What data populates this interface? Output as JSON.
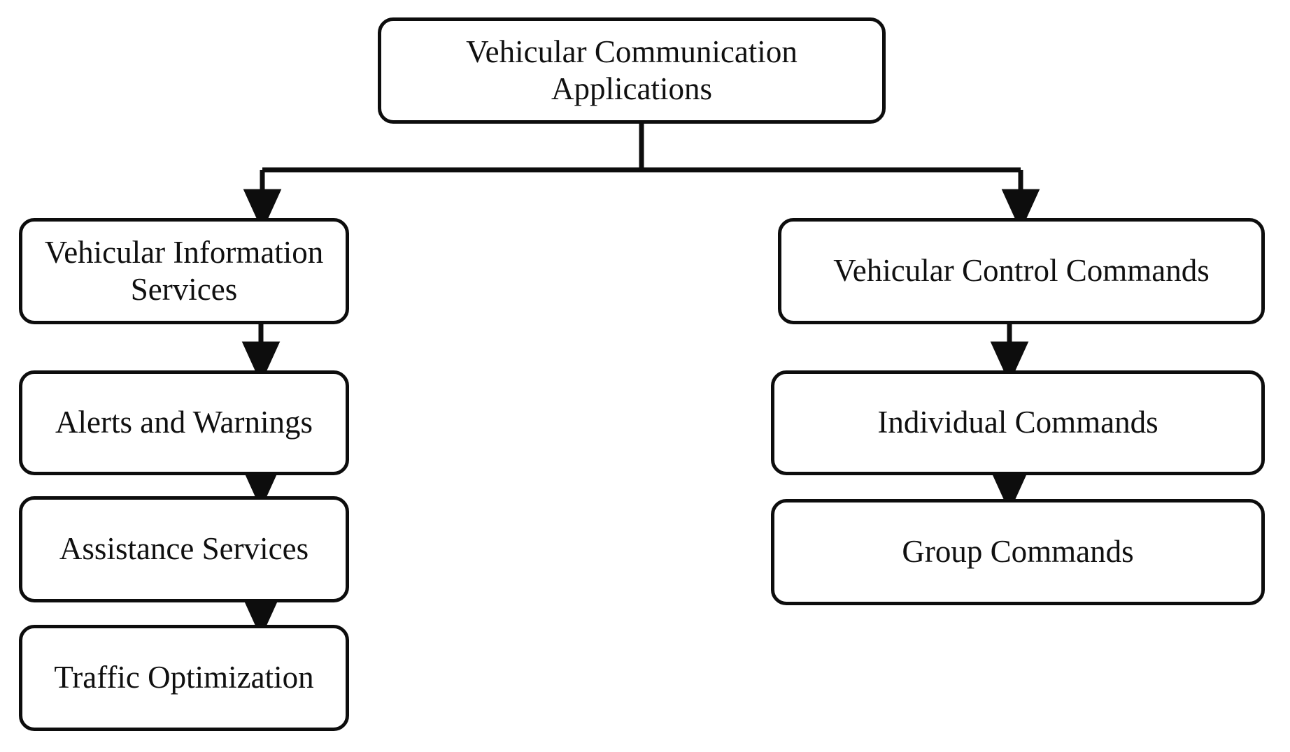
{
  "diagram": {
    "title_node": {
      "label": "Vehicular Communication Applications"
    },
    "branches": [
      {
        "root": {
          "label": "Vehicular Information Services"
        },
        "children": [
          {
            "label": "Alerts and Warnings"
          },
          {
            "label": "Assistance Services"
          },
          {
            "label": "Traffic Optimization"
          }
        ]
      },
      {
        "root": {
          "label": "Vehicular Control Commands"
        },
        "children": [
          {
            "label": "Individual Commands"
          },
          {
            "label": "Group Commands"
          }
        ]
      }
    ],
    "style": {
      "line_color": "#0d0d0d",
      "box_fill": "#ffffff",
      "text_color": "#101010",
      "background": "#ffffff"
    },
    "connectors": [
      {
        "from": "Vehicular Communication Applications",
        "to": "Vehicular Information Services",
        "type": "elbow-arrow"
      },
      {
        "from": "Vehicular Communication Applications",
        "to": "Vehicular Control Commands",
        "type": "elbow-arrow"
      },
      {
        "from": "Vehicular Information Services",
        "to": "Alerts and Warnings",
        "type": "straight-arrow"
      },
      {
        "from": "Alerts and Warnings",
        "to": "Assistance Services",
        "type": "straight-arrow"
      },
      {
        "from": "Assistance Services",
        "to": "Traffic Optimization",
        "type": "straight-arrow"
      },
      {
        "from": "Vehicular Control Commands",
        "to": "Individual Commands",
        "type": "straight-arrow"
      },
      {
        "from": "Individual Commands",
        "to": "Group Commands",
        "type": "straight-arrow"
      }
    ]
  }
}
